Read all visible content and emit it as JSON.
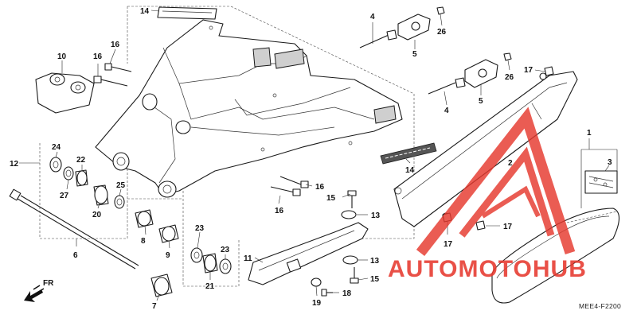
{
  "diagram": {
    "callouts": {
      "c14a": "14",
      "c10": "10",
      "c16a": "16",
      "c16b": "16",
      "c4a": "4",
      "c5a": "5",
      "c26a": "26",
      "c4b": "4",
      "c5b": "5",
      "c26b": "26",
      "c17a": "17",
      "c1": "1",
      "c3": "3",
      "c2": "2",
      "c12": "12",
      "c24": "24",
      "c22": "22",
      "c27": "27",
      "c25": "25",
      "c20": "20",
      "c14b": "14",
      "c16c": "16",
      "c16d": "16",
      "c15a": "15",
      "c13a": "13",
      "c17b": "17",
      "c17c": "17",
      "c23a": "23",
      "c23b": "23",
      "c8": "8",
      "c9": "9",
      "c21": "21",
      "c6": "6",
      "c11": "11",
      "c13b": "13",
      "c15b": "15",
      "c19": "19",
      "c18": "18",
      "c7": "7"
    },
    "front_indicator": "FR",
    "reference_code": "MEE4-F2200",
    "watermark": {
      "text": "AUTOMOTOHUB",
      "color": "#e6392e",
      "secondary_color": "#8a8a8a"
    }
  }
}
